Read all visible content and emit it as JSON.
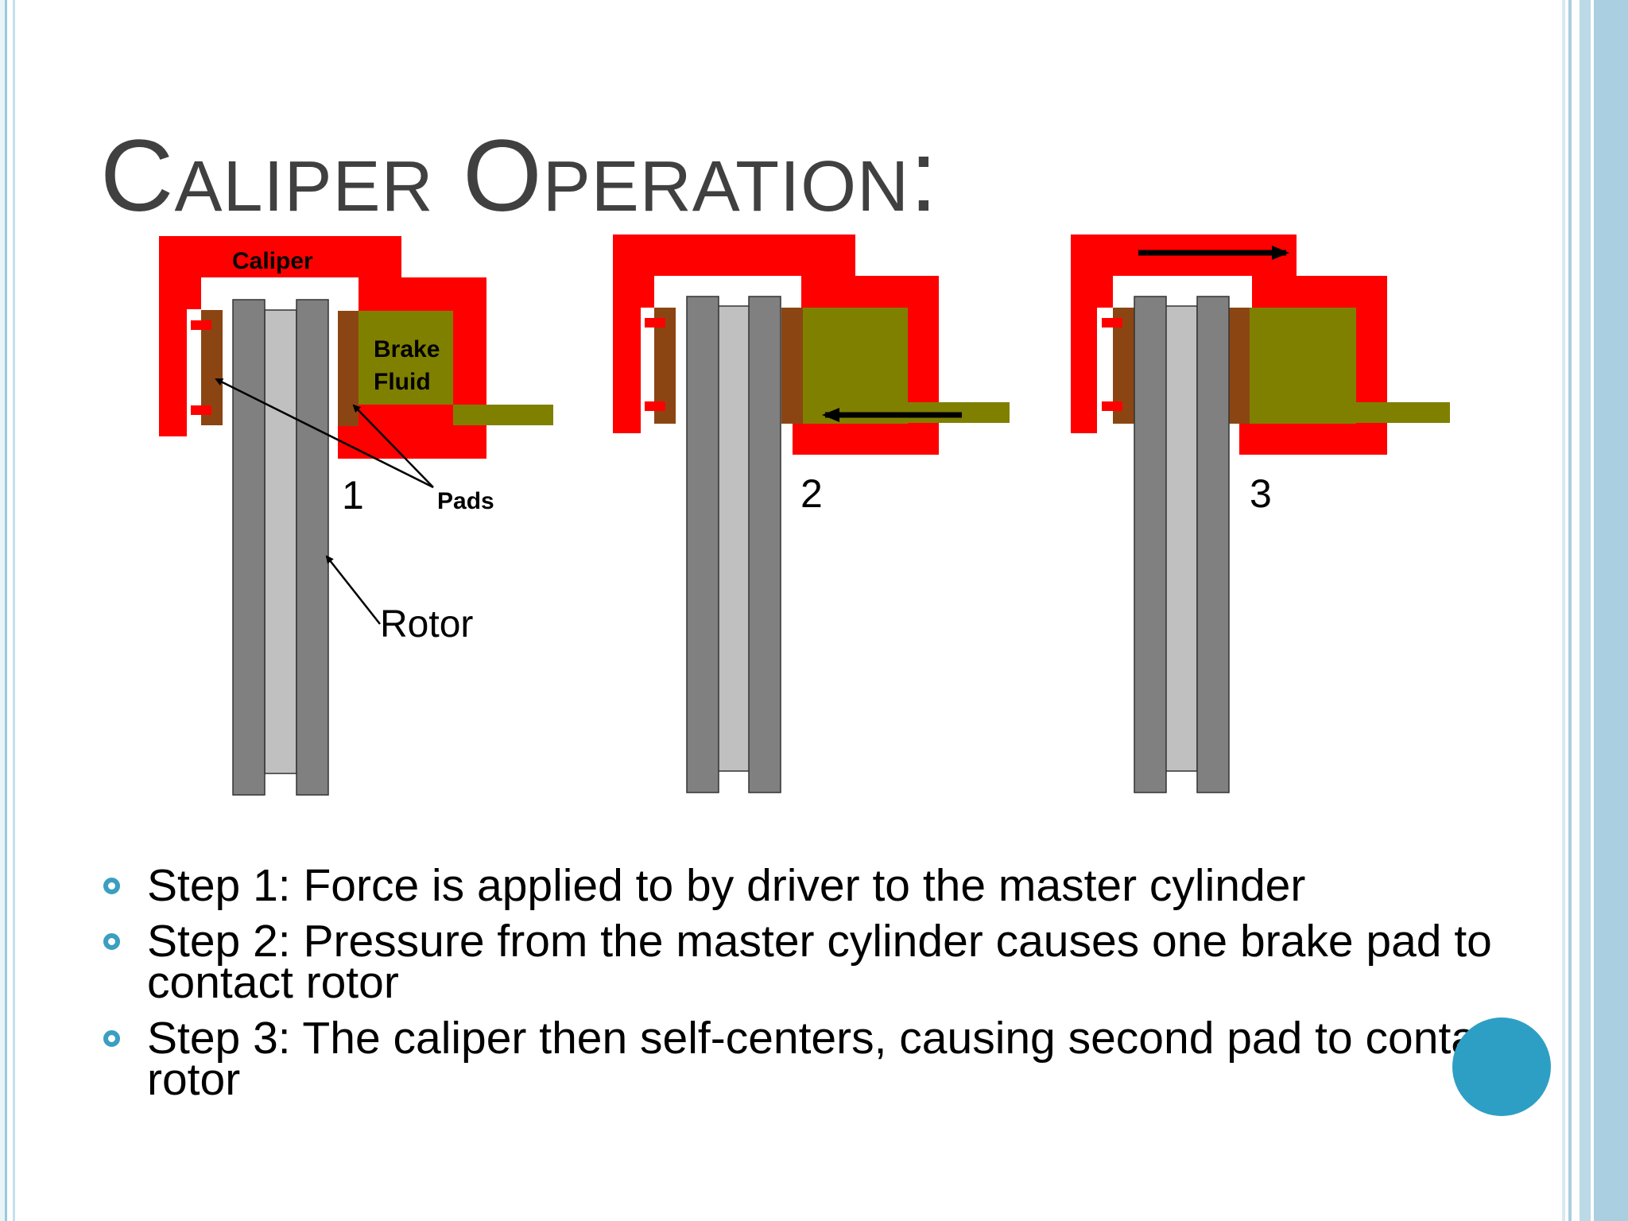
{
  "slide": {
    "title": "Caliper Operation:",
    "accent_color": "#2e9fc4",
    "bullet_color": "#3a9fc0"
  },
  "diagram": {
    "colors": {
      "caliper": "#ff0000",
      "brake_fluid": "#808000",
      "pad": "#8b4513",
      "rotor_outer": "#808080",
      "rotor_inner": "#c0c0c0"
    },
    "labels": {
      "caliper": "Caliper",
      "brake_fluid_line1": "Brake",
      "brake_fluid_line2": "Fluid",
      "pads": "Pads",
      "rotor": "Rotor"
    },
    "panels": [
      {
        "number": "1"
      },
      {
        "number": "2"
      },
      {
        "number": "3"
      }
    ]
  },
  "bullets": [
    {
      "text": "Step 1: Force is applied to by driver to the master cylinder"
    },
    {
      "text": "Step 2: Pressure from the master cylinder causes one brake pad to contact rotor"
    },
    {
      "text": "Step 3: The caliper then self-centers, causing second pad to contact rotor"
    }
  ],
  "icons": {
    "bullet": "hollow-circle-bullet-icon",
    "decoration": "filled-circle-decoration"
  }
}
